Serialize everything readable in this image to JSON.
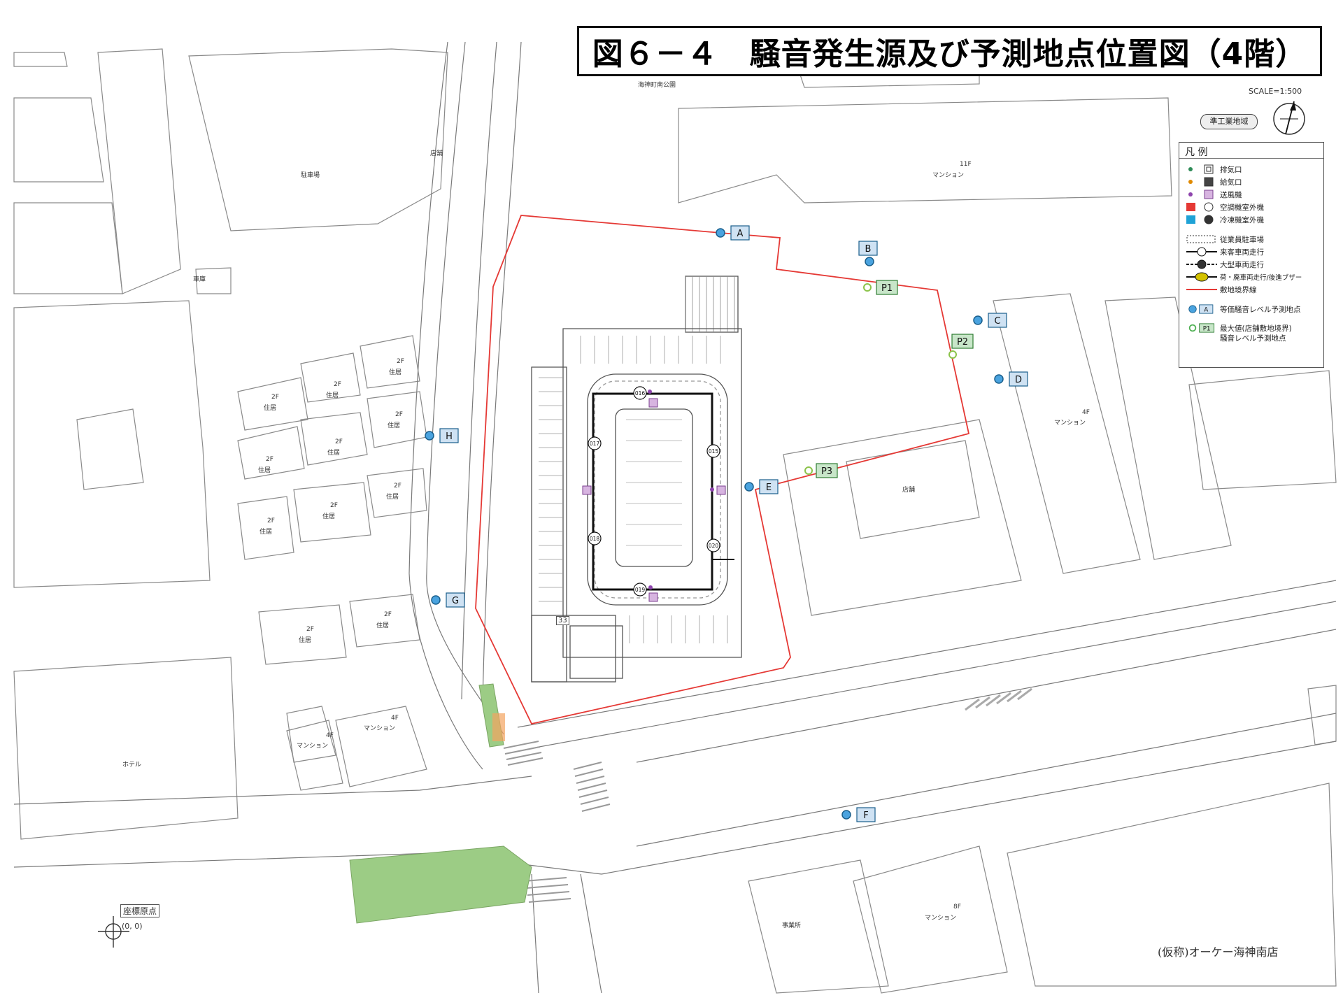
{
  "title": "図６－４　騒音発生源及び予測地点位置図（4階）",
  "scale": "SCALE=1:500",
  "zone_badge": "準工業地域",
  "park_label": "海神町南公園",
  "project_name": "(仮称)オーケー海神南店",
  "origin": {
    "label": "座標原点",
    "coords": "(0, 0)"
  },
  "legend": {
    "title": "凡 例",
    "items": [
      {
        "symbol": "exhaust",
        "label": "排気口"
      },
      {
        "symbol": "intake",
        "label": "給気口"
      },
      {
        "symbol": "blower",
        "label": "送風機"
      },
      {
        "symbol": "ac-outdoor",
        "label": "空調機室外機"
      },
      {
        "symbol": "refrigeration-outdoor",
        "label": "冷凍機室外機"
      },
      {
        "symbol": "staff-parking",
        "label": "従業員駐車場"
      },
      {
        "symbol": "customer-vehicle",
        "label": "来客車両走行"
      },
      {
        "symbol": "large-vehicle",
        "label": "大型車両走行"
      },
      {
        "symbol": "loading-vehicle",
        "label": "荷・廃車両走行/後進ブザー"
      },
      {
        "symbol": "site-boundary",
        "label": "敷地境界線"
      },
      {
        "symbol": "equivalent-point",
        "label": "等価騒音レベル予測地点"
      },
      {
        "symbol": "max-point",
        "label": "最大値(店舗敷地境界)",
        "label2": "騒音レベル予測地点"
      }
    ]
  },
  "colors": {
    "boundary": "#e53935",
    "point_blue": "#4aa3df",
    "label_blue": "#cfe2f3",
    "point_green": "#8bc34a",
    "label_green": "#c8e6c9",
    "green_area": "#9ccc85",
    "building_line": "#666666",
    "road_line": "#888888"
  },
  "points_equivalent": [
    {
      "id": "A"
    },
    {
      "id": "B"
    },
    {
      "id": "C"
    },
    {
      "id": "D"
    },
    {
      "id": "E"
    },
    {
      "id": "F"
    },
    {
      "id": "G"
    },
    {
      "id": "H"
    }
  ],
  "points_max": [
    {
      "id": "P1"
    },
    {
      "id": "P2"
    },
    {
      "id": "P3"
    }
  ],
  "sources": [
    "016",
    "015",
    "017",
    "018",
    "019",
    "020"
  ],
  "area_labels": {
    "parking_lot": "駐車場",
    "shop_top": "店舗",
    "garage": "車庫",
    "mansion_11f_floor": "11F",
    "mansion_11f": "マンション",
    "house_2f_floor": "2F",
    "house": "住居",
    "mansion_4f_floor": "4F",
    "mansion_4f_right": "マンション",
    "shop_right": "店舗",
    "mansion_4f_mid_floor": "4F",
    "mansion_4f_mid": "マンション",
    "mansion_4f_small_floor": "4F",
    "mansion_4f_small": "マンション",
    "hotel": "ホテル",
    "office": "事業所",
    "mansion_8f_floor": "8F",
    "mansion_8f": "マンション",
    "source_33": "33"
  }
}
